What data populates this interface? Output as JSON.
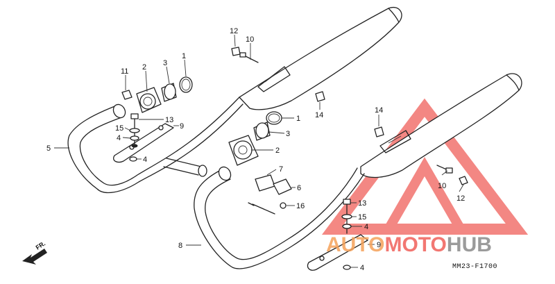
{
  "diagram": {
    "callouts": [
      {
        "id": "c-1a",
        "label": "1"
      },
      {
        "id": "c-2a",
        "label": "2"
      },
      {
        "id": "c-3a",
        "label": "3"
      },
      {
        "id": "c-11",
        "label": "11"
      },
      {
        "id": "c-12a",
        "label": "12"
      },
      {
        "id": "c-10a",
        "label": "10"
      },
      {
        "id": "c-13a",
        "label": "13"
      },
      {
        "id": "c-9a",
        "label": "9"
      },
      {
        "id": "c-15a",
        "label": "15"
      },
      {
        "id": "c-4a",
        "label": "4"
      },
      {
        "id": "c-4b",
        "label": "4"
      },
      {
        "id": "c-5",
        "label": "5"
      },
      {
        "id": "c-14a",
        "label": "14"
      },
      {
        "id": "c-1b",
        "label": "1"
      },
      {
        "id": "c-3b",
        "label": "3"
      },
      {
        "id": "c-2b",
        "label": "2"
      },
      {
        "id": "c-7",
        "label": "7"
      },
      {
        "id": "c-6",
        "label": "6"
      },
      {
        "id": "c-16",
        "label": "16"
      },
      {
        "id": "c-14b",
        "label": "14"
      },
      {
        "id": "c-10b",
        "label": "10"
      },
      {
        "id": "c-12b",
        "label": "12"
      },
      {
        "id": "c-13b",
        "label": "13"
      },
      {
        "id": "c-15b",
        "label": "15"
      },
      {
        "id": "c-4c",
        "label": "4"
      },
      {
        "id": "c-9b",
        "label": "9"
      },
      {
        "id": "c-4d",
        "label": "4"
      },
      {
        "id": "c-8",
        "label": "8"
      }
    ],
    "front_label": "FR.",
    "diagram_code": "MM23-F1700"
  },
  "watermark": {
    "part1": "AUTO",
    "part2": "MOTO",
    "part3": "HUB",
    "color_red": "#f0605a",
    "color_orange": "#f5a25a",
    "color_gray": "#8a8a8a"
  }
}
